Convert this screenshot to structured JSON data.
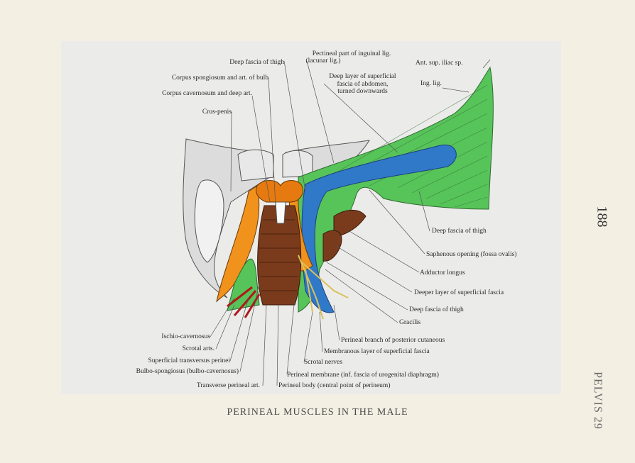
{
  "page_number": "188",
  "section_label": "PELVIS 29",
  "caption": "PERINEAL MUSCLES IN THE MALE",
  "labels": {
    "deep_fascia_thigh_top": "Deep fascia of thigh",
    "pectineal_1": "Pectineal part of inguinal lig.",
    "pectineal_2": "(lacunar lig.)",
    "ant_sup_iliac": "Ant. sup. iliac sp.",
    "corpus_spongiosum": "Corpus spongiosum and art. of bulb",
    "deep_layer_1": "Deep layer of superficial",
    "deep_layer_2": "fascia  of  abdomen,",
    "deep_layer_3": "turned downwards",
    "ing_lig": "Ing. lig.",
    "corpus_cavernosum": "Corpus cavernosum and deep art.",
    "crus_penis": "Crus-penis",
    "deep_fascia_thigh_right": "Deep fascia of thigh",
    "saphenous": "Saphenous opening (fossa ovalis)",
    "adductor": "Adductor longus",
    "deeper_layer": "Deeper layer of superficial fascia",
    "deep_fascia_thigh_lower": "Deep fascia of thigh",
    "gracilis": "Gracilis",
    "ischio": "Ischio-cavernosus",
    "perineal_branch": "Perineal branch of posterior cutaneous",
    "scrotal_arts": "Scrotal arts.",
    "membranous": "Membranous layer of superficial fascia",
    "superficial_transversus": "Superficial transversus perinei",
    "scrotal_nerves": "Scrotal nerves",
    "bulbo": "Bulbo-spongiosus (bulbo-cavernosus)",
    "perineal_membrane": "Perineal membrane (inf. fascia of urogenital diaphragm)",
    "transverse_perineal": "Transverse perineal art.",
    "perineal_body": "Perineal body (central point of perineum)"
  }
}
